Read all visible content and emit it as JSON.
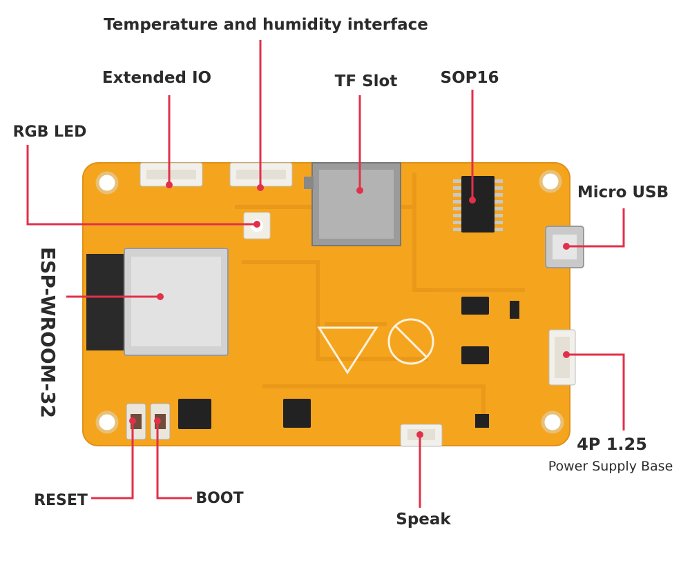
{
  "labels": {
    "temp_humidity": "Temperature and humidity interface",
    "extended_io": "Extended IO",
    "tf_slot": "TF Slot",
    "sop16": "SOP16",
    "rgb_led": "RGB LED",
    "micro_usb": "Micro USB",
    "esp_module": "ESP-WROOM-32",
    "power_base_title": "4P 1.25",
    "power_base_subtitle": "Power Supply Base",
    "reset": "RESET",
    "boot": "BOOT",
    "speak": "Speak"
  },
  "colors": {
    "board": "#f5a51d",
    "board_dark": "#d98a10",
    "leader": "#e2304a",
    "text": "#2b2b2b"
  }
}
